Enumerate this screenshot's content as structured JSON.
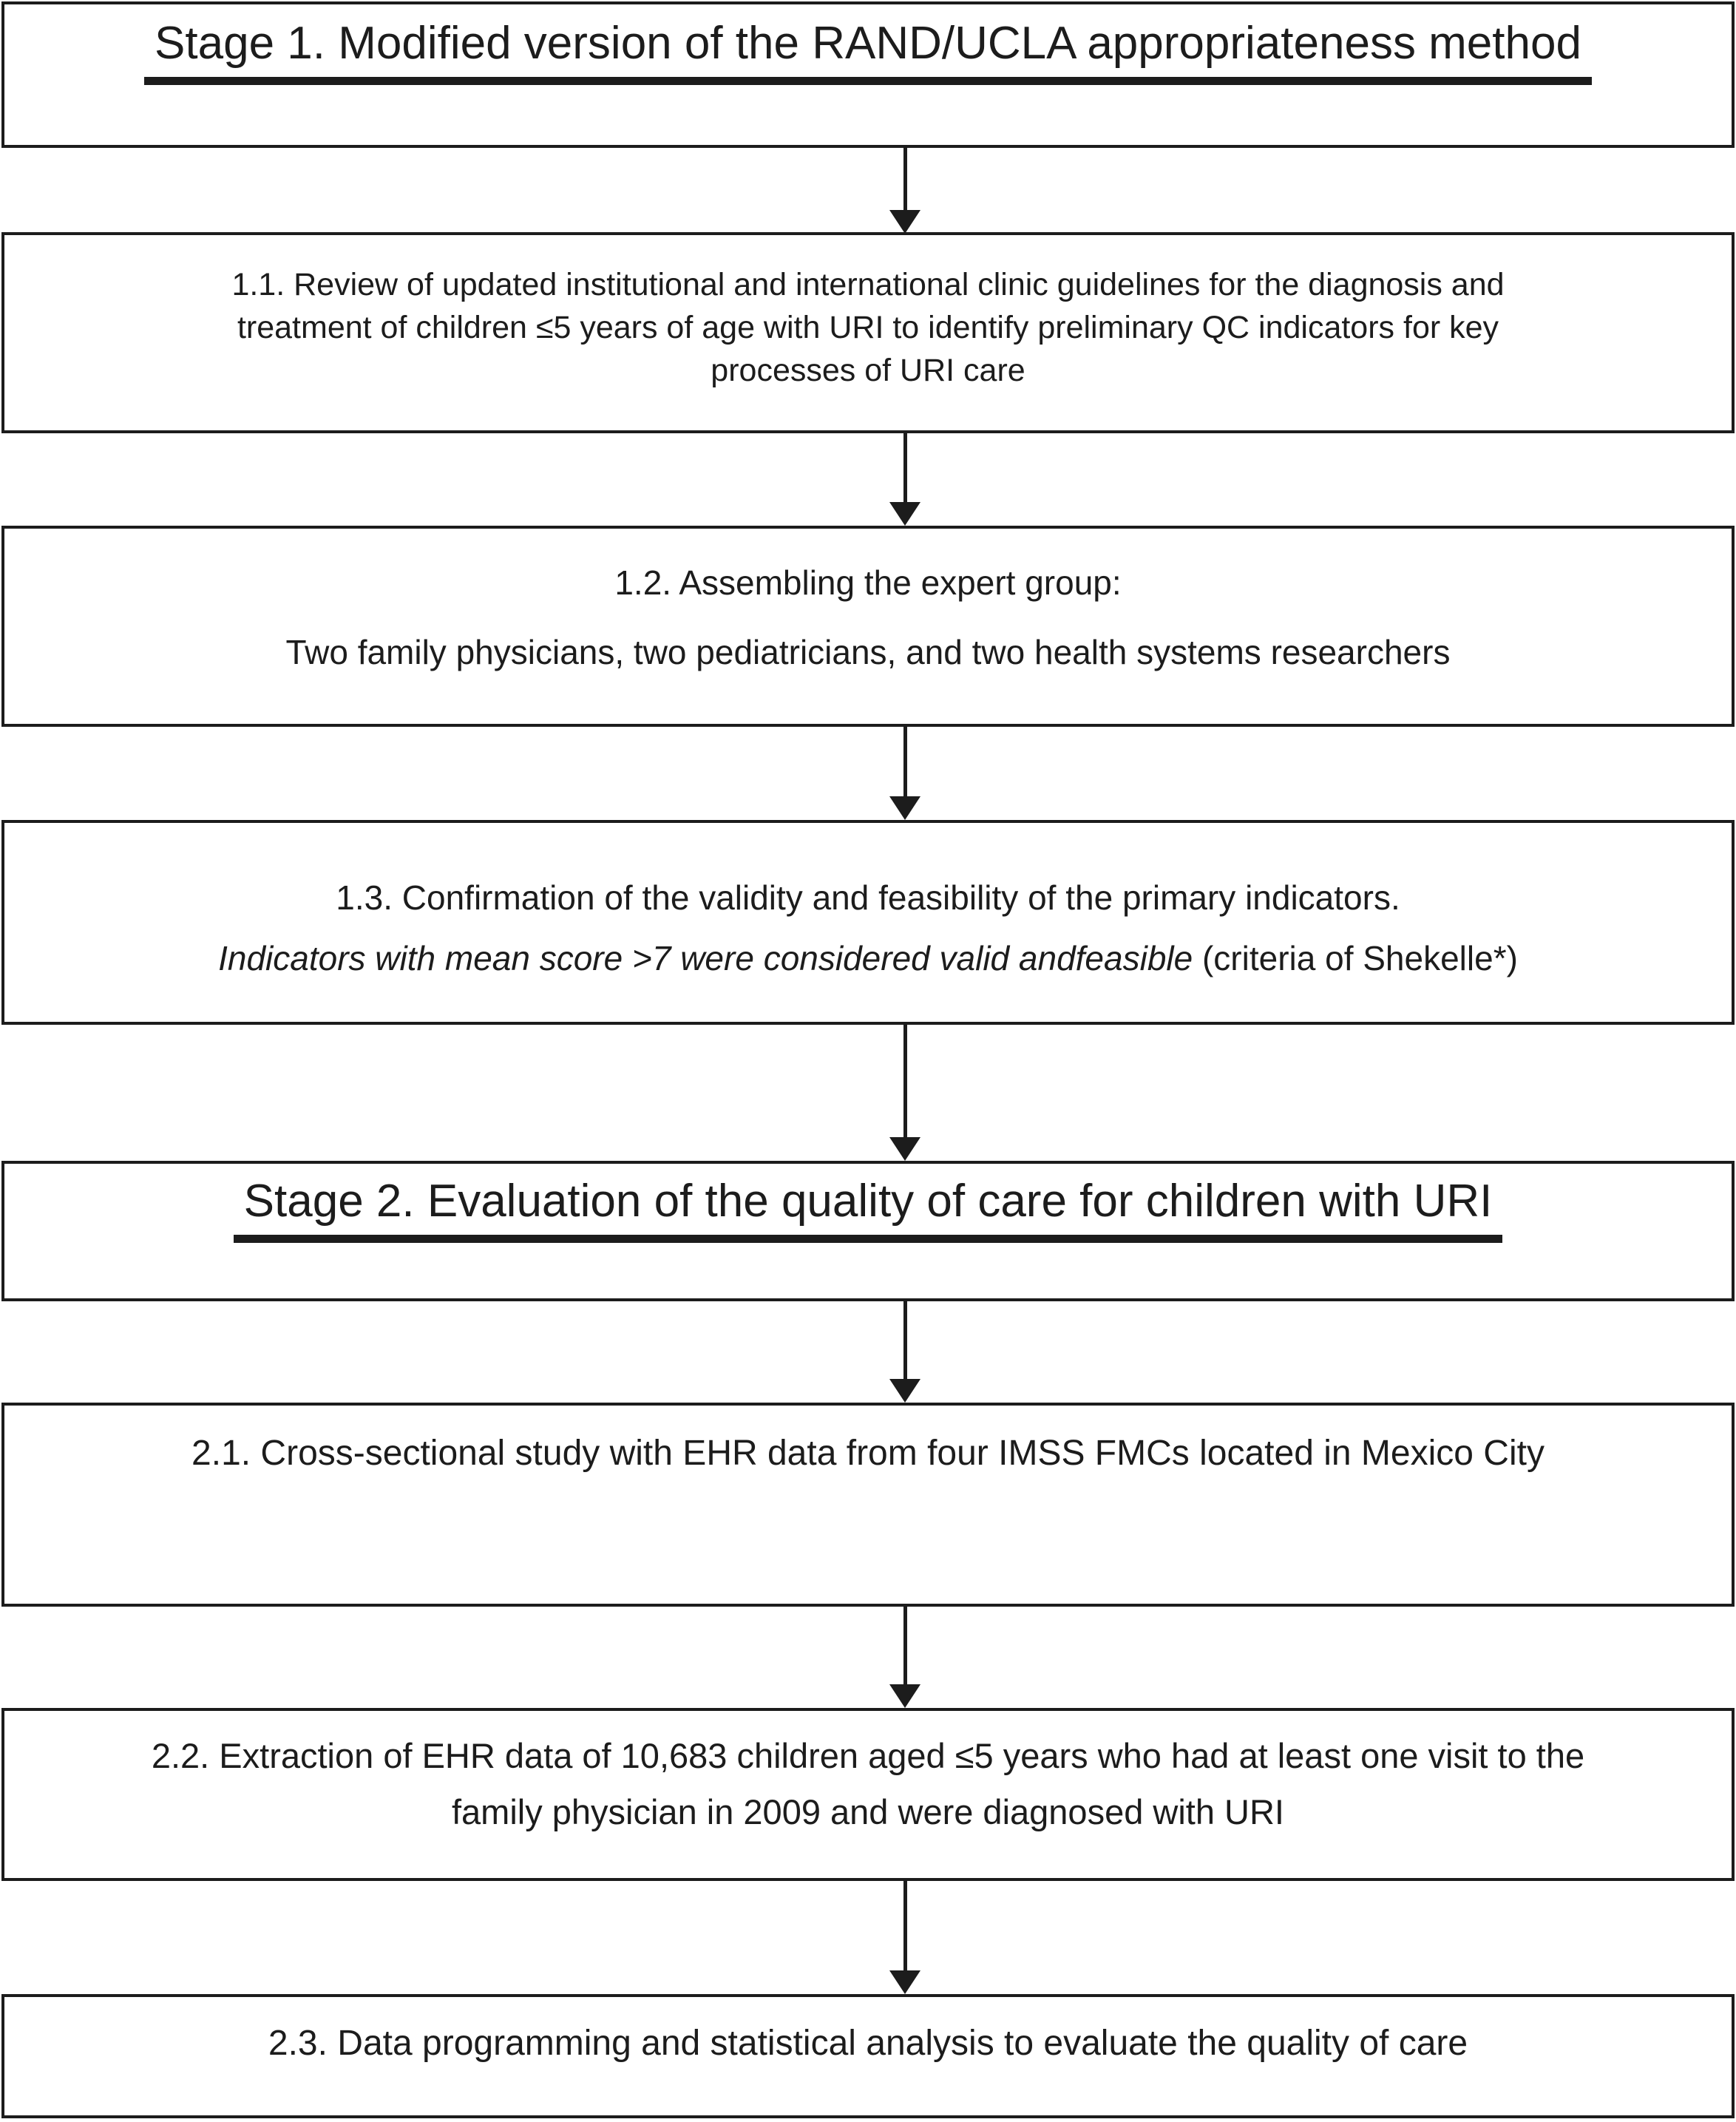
{
  "colors": {
    "ink": "#1c1c1c",
    "paper": "#ffffff"
  },
  "flowchart": {
    "stage1": {
      "title": "Stage 1. Modified version of the RAND/UCLA appropriateness method"
    },
    "step1_1": {
      "lines": [
        "1.1. Review of updated institutional and international clinic guidelines for the diagnosis and",
        "treatment of children ≤5 years of age with URI to identify preliminary QC indicators for key",
        "processes of URI care"
      ]
    },
    "step1_2": {
      "line1": "1.2. Assembling the expert group:",
      "line2": "Two family physicians, two pediatricians, and two health systems researchers"
    },
    "step1_3": {
      "line1": "1.3. Confirmation of the validity and feasibility of the primary indicators.",
      "line2_italic": "Indicators with mean score >7 were considered valid andfeasible",
      "line2_plain": " (criteria of Shekelle*)"
    },
    "stage2": {
      "title": "Stage 2. Evaluation of the quality of care for children with URI"
    },
    "step2_1": {
      "line1": "2.1. Cross-sectional study with EHR data from four IMSS FMCs located in Mexico City"
    },
    "step2_2": {
      "lines": [
        "2.2. Extraction of EHR data of 10,683 children aged ≤5 years who had at least one visit to the",
        "family physician in 2009 and were diagnosed with URI"
      ]
    },
    "step2_3": {
      "line1": "2.3. Data programming and statistical analysis to evaluate the quality of care"
    }
  }
}
